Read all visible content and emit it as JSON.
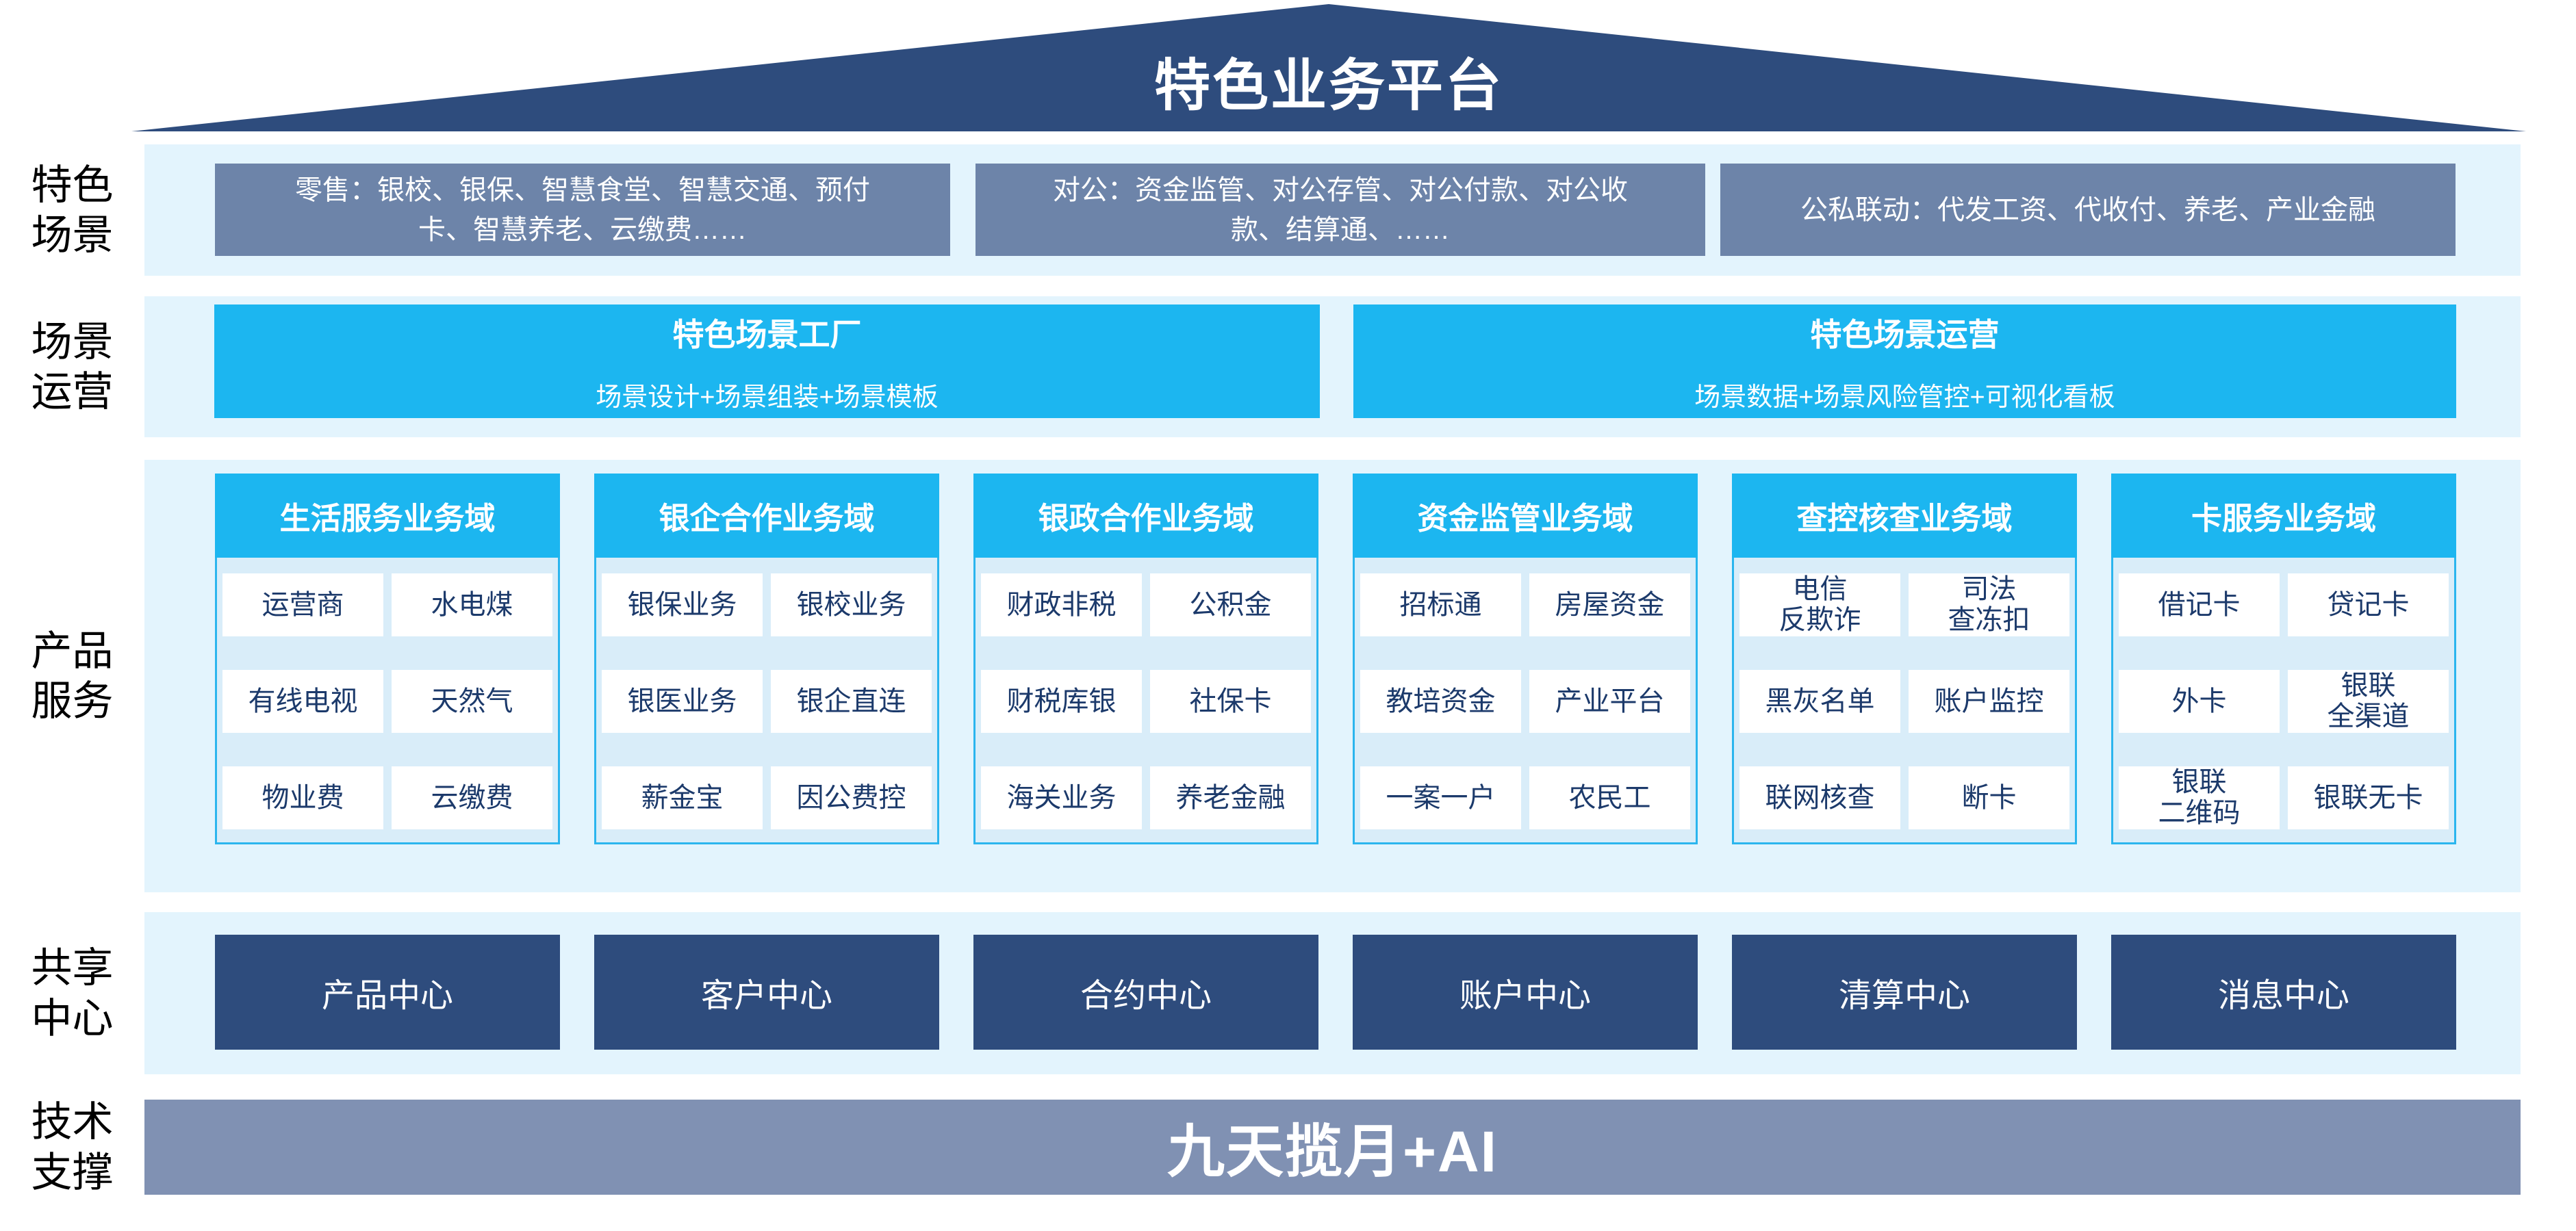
{
  "colors": {
    "roof_navy": "#2E4C7D",
    "scene_box_slate": "#6D84A9",
    "cyan_accent": "#1CB6F0",
    "band_light_blue": "#E3F4FD",
    "column_body_blue": "#D9EDF9",
    "column_border_cyan": "#2BB5EE",
    "cell_text_navy": "#1C3A6B",
    "shared_center_navy": "#2E4C7D",
    "tech_bar_slate": "#8091B3"
  },
  "roof": {
    "title": "特色业务平台"
  },
  "side_labels": [
    {
      "label": "特色\n场景"
    },
    {
      "label": "场景\n运营"
    },
    {
      "label": "产品\n服务"
    },
    {
      "label": "共享\n中心"
    },
    {
      "label": "技术\n支撑"
    }
  ],
  "scene_row": {
    "boxes": [
      "零售：银校、银保、智慧食堂、智慧交通、预付\n卡、智慧养老、云缴费……",
      "对公：资金监管、对公存管、对公付款、对公收\n款、结算通、……",
      "公私联动：代发工资、代收付、养老、产业金融"
    ]
  },
  "scene_ops_row": {
    "boxes": [
      {
        "title": "特色场景工厂",
        "subtitle": "场景设计+场景组装+场景模板"
      },
      {
        "title": "特色场景运营",
        "subtitle": "场景数据+场景风险管控+可视化看板"
      }
    ]
  },
  "product_row": {
    "domains": [
      {
        "header": "生活服务业务域",
        "cells": [
          "运营商",
          "水电煤",
          "有线电视",
          "天然气",
          "物业费",
          "云缴费"
        ]
      },
      {
        "header": "银企合作业务域",
        "cells": [
          "银保业务",
          "银校业务",
          "银医业务",
          "银企直连",
          "薪金宝",
          "因公费控"
        ]
      },
      {
        "header": "银政合作业务域",
        "cells": [
          "财政非税",
          "公积金",
          "财税库银",
          "社保卡",
          "海关业务",
          "养老金融"
        ]
      },
      {
        "header": "资金监管业务域",
        "cells": [
          "招标通",
          "房屋资金",
          "教培资金",
          "产业平台",
          "一案一户",
          "农民工"
        ]
      },
      {
        "header": "查控核查业务域",
        "cells": [
          "电信\n反欺诈",
          "司法\n查冻扣",
          "黑灰名单",
          "账户监控",
          "联网核查",
          "断卡"
        ]
      },
      {
        "header": "卡服务业务域",
        "cells": [
          "借记卡",
          "贷记卡",
          "外卡",
          "银联\n全渠道",
          "银联\n二维码",
          "银联无卡"
        ]
      }
    ]
  },
  "shared_row": {
    "centers": [
      "产品中心",
      "客户中心",
      "合约中心",
      "账户中心",
      "清算中心",
      "消息中心"
    ]
  },
  "tech_row": {
    "title": "九天揽月+AI"
  }
}
